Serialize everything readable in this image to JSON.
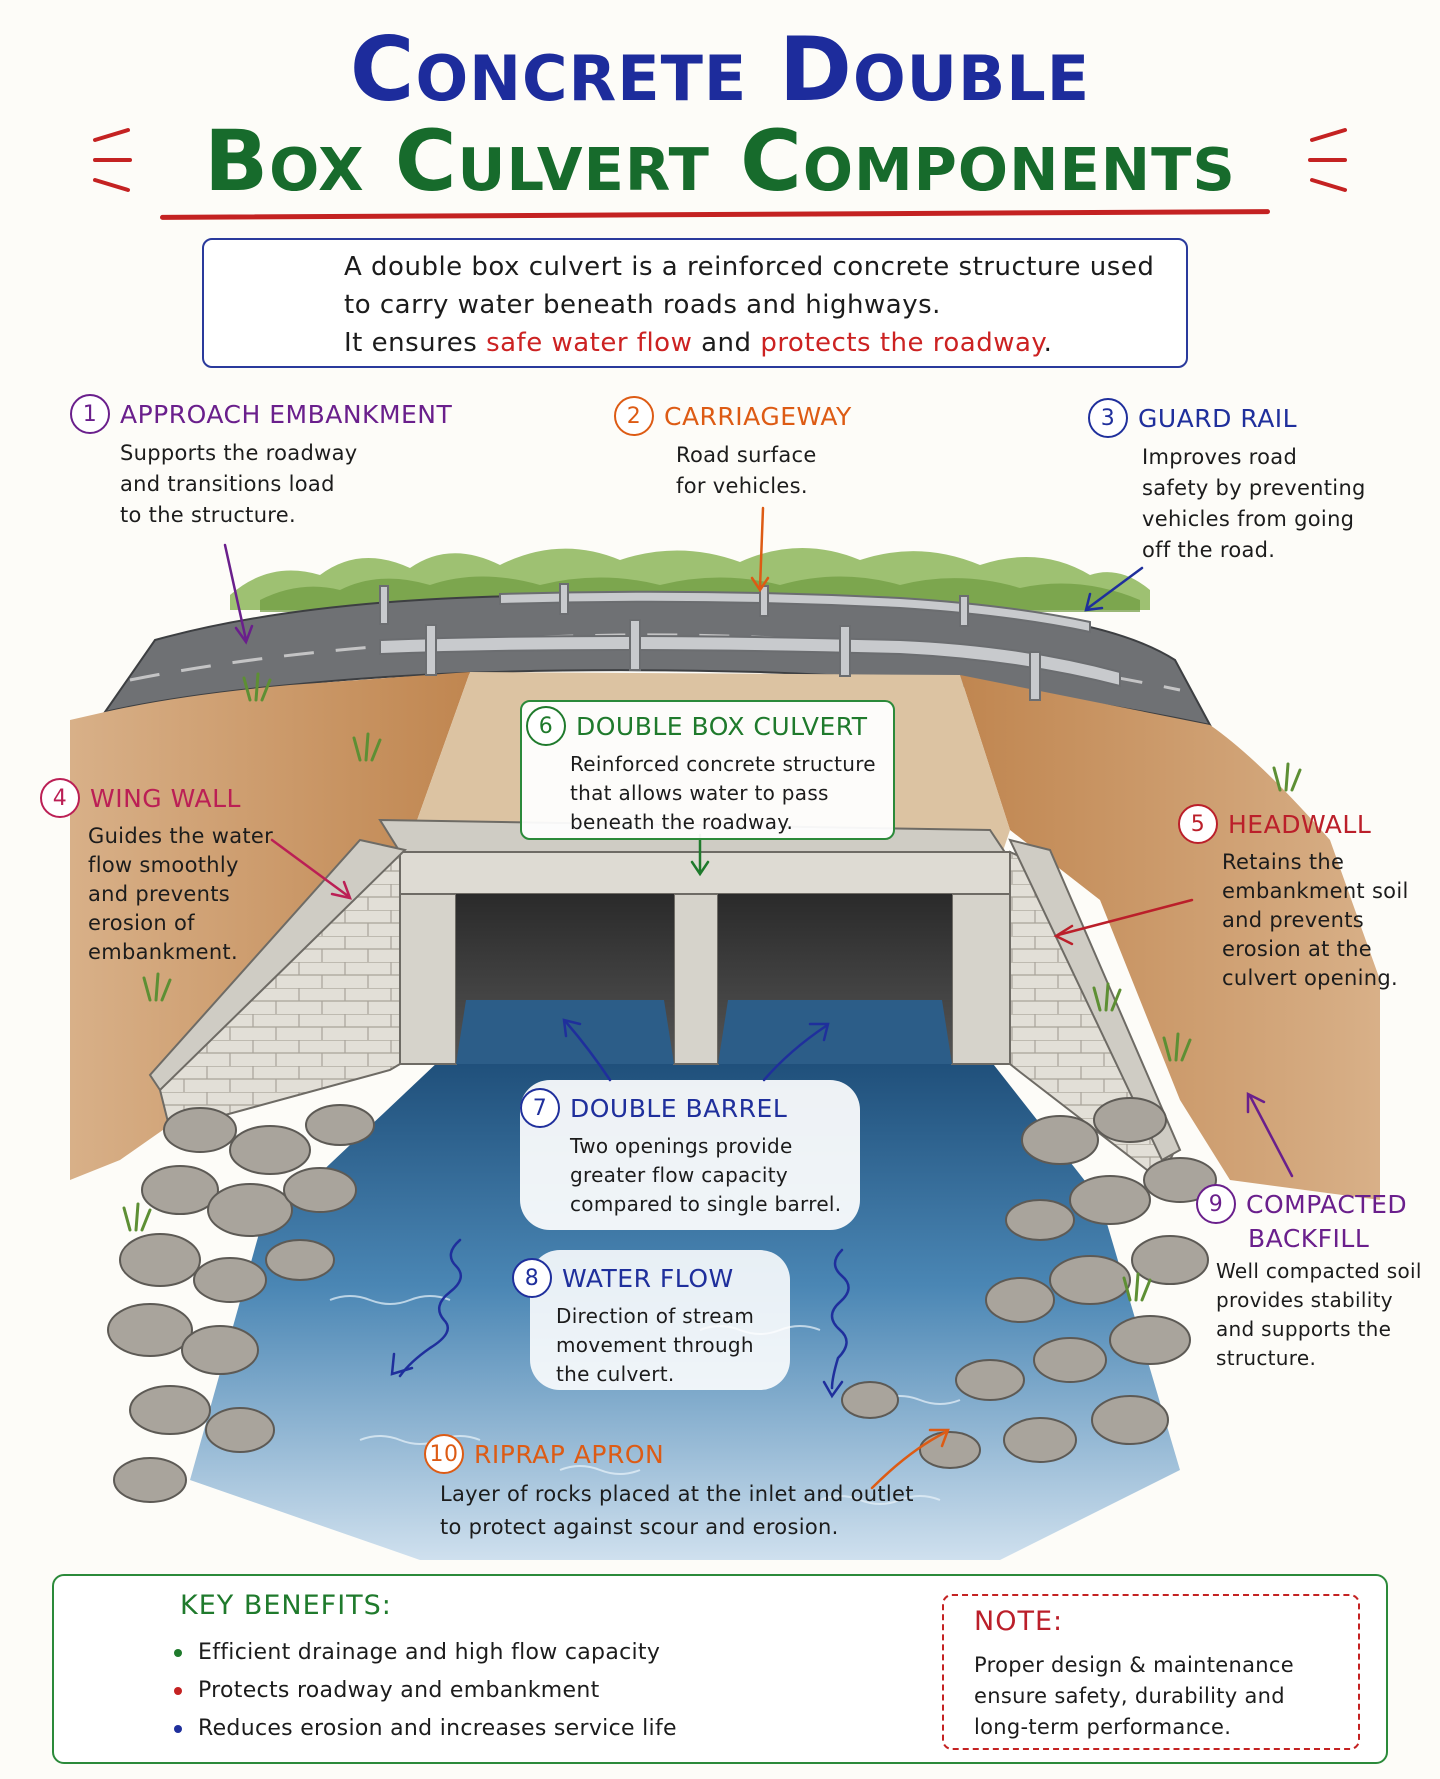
{
  "title": {
    "line1": "Concrete Double",
    "line2": "Box Culvert Components"
  },
  "intro": {
    "line1": "A double box culvert is a reinforced concrete structure used",
    "line2": "to carry water beneath roads and highways.",
    "line3_prefix": "It ensures ",
    "line3_hl1": "safe water flow",
    "line3_mid": " and ",
    "line3_hl2": "protects the roadway",
    "line3_suffix": "."
  },
  "components": [
    {
      "num": "1",
      "title": "APPROACH EMBANKMENT",
      "desc": [
        "Supports the roadway",
        "and transitions load",
        "to the structure."
      ]
    },
    {
      "num": "2",
      "title": "CARRIAGEWAY",
      "desc": [
        "Road surface",
        "for vehicles."
      ]
    },
    {
      "num": "3",
      "title": "GUARD RAIL",
      "desc": [
        "Improves road",
        "safety by preventing",
        "vehicles from going",
        "off the road."
      ]
    },
    {
      "num": "4",
      "title": "WING WALL",
      "desc": [
        "Guides the water",
        "flow smoothly",
        "and prevents",
        "erosion of",
        "embankment."
      ]
    },
    {
      "num": "5",
      "title": "HEADWALL",
      "desc": [
        "Retains the",
        "embankment soil",
        "and prevents",
        "erosion at the",
        "culvert opening."
      ]
    },
    {
      "num": "6",
      "title": "DOUBLE BOX CULVERT",
      "desc": [
        "Reinforced concrete structure",
        "that allows water to pass",
        "beneath the roadway."
      ]
    },
    {
      "num": "7",
      "title": "DOUBLE BARREL",
      "desc": [
        "Two openings provide",
        "greater flow capacity",
        "compared to single barrel."
      ]
    },
    {
      "num": "8",
      "title": "WATER FLOW",
      "desc": [
        "Direction of stream",
        "movement through",
        "the culvert."
      ]
    },
    {
      "num": "9",
      "title": "COMPACTED",
      "title2": "BACKFILL",
      "desc": [
        "Well compacted soil",
        "provides stability",
        "and supports the",
        "structure."
      ]
    },
    {
      "num": "10",
      "title": "RIPRAP APRON",
      "desc": [
        "Layer of rocks placed at the inlet and outlet",
        "to protect against scour and erosion."
      ]
    }
  ],
  "benefits": {
    "title": "KEY BENEFITS:",
    "items": [
      {
        "text": "Efficient drainage and high flow capacity",
        "color": "#1f7a2c"
      },
      {
        "text": "Protects roadway and embankment",
        "color": "#c42222"
      },
      {
        "text": "Reduces erosion and increases service life",
        "color": "#1f2f9c"
      }
    ]
  },
  "note": {
    "title": "NOTE:",
    "lines": [
      "Proper design & maintenance",
      "ensure safety, durability and",
      "long-term performance."
    ]
  },
  "icons": {
    "intro": "lightbulb-icon",
    "benefits": "star-icon",
    "note": "checkmark-icon"
  },
  "colors": {
    "title_blue": "#1d2c9c",
    "title_green": "#176b2c",
    "accent_red": "#c42222",
    "water": "#3f78a8",
    "concrete": "#d9d6cf",
    "soil": "#c9955e"
  }
}
